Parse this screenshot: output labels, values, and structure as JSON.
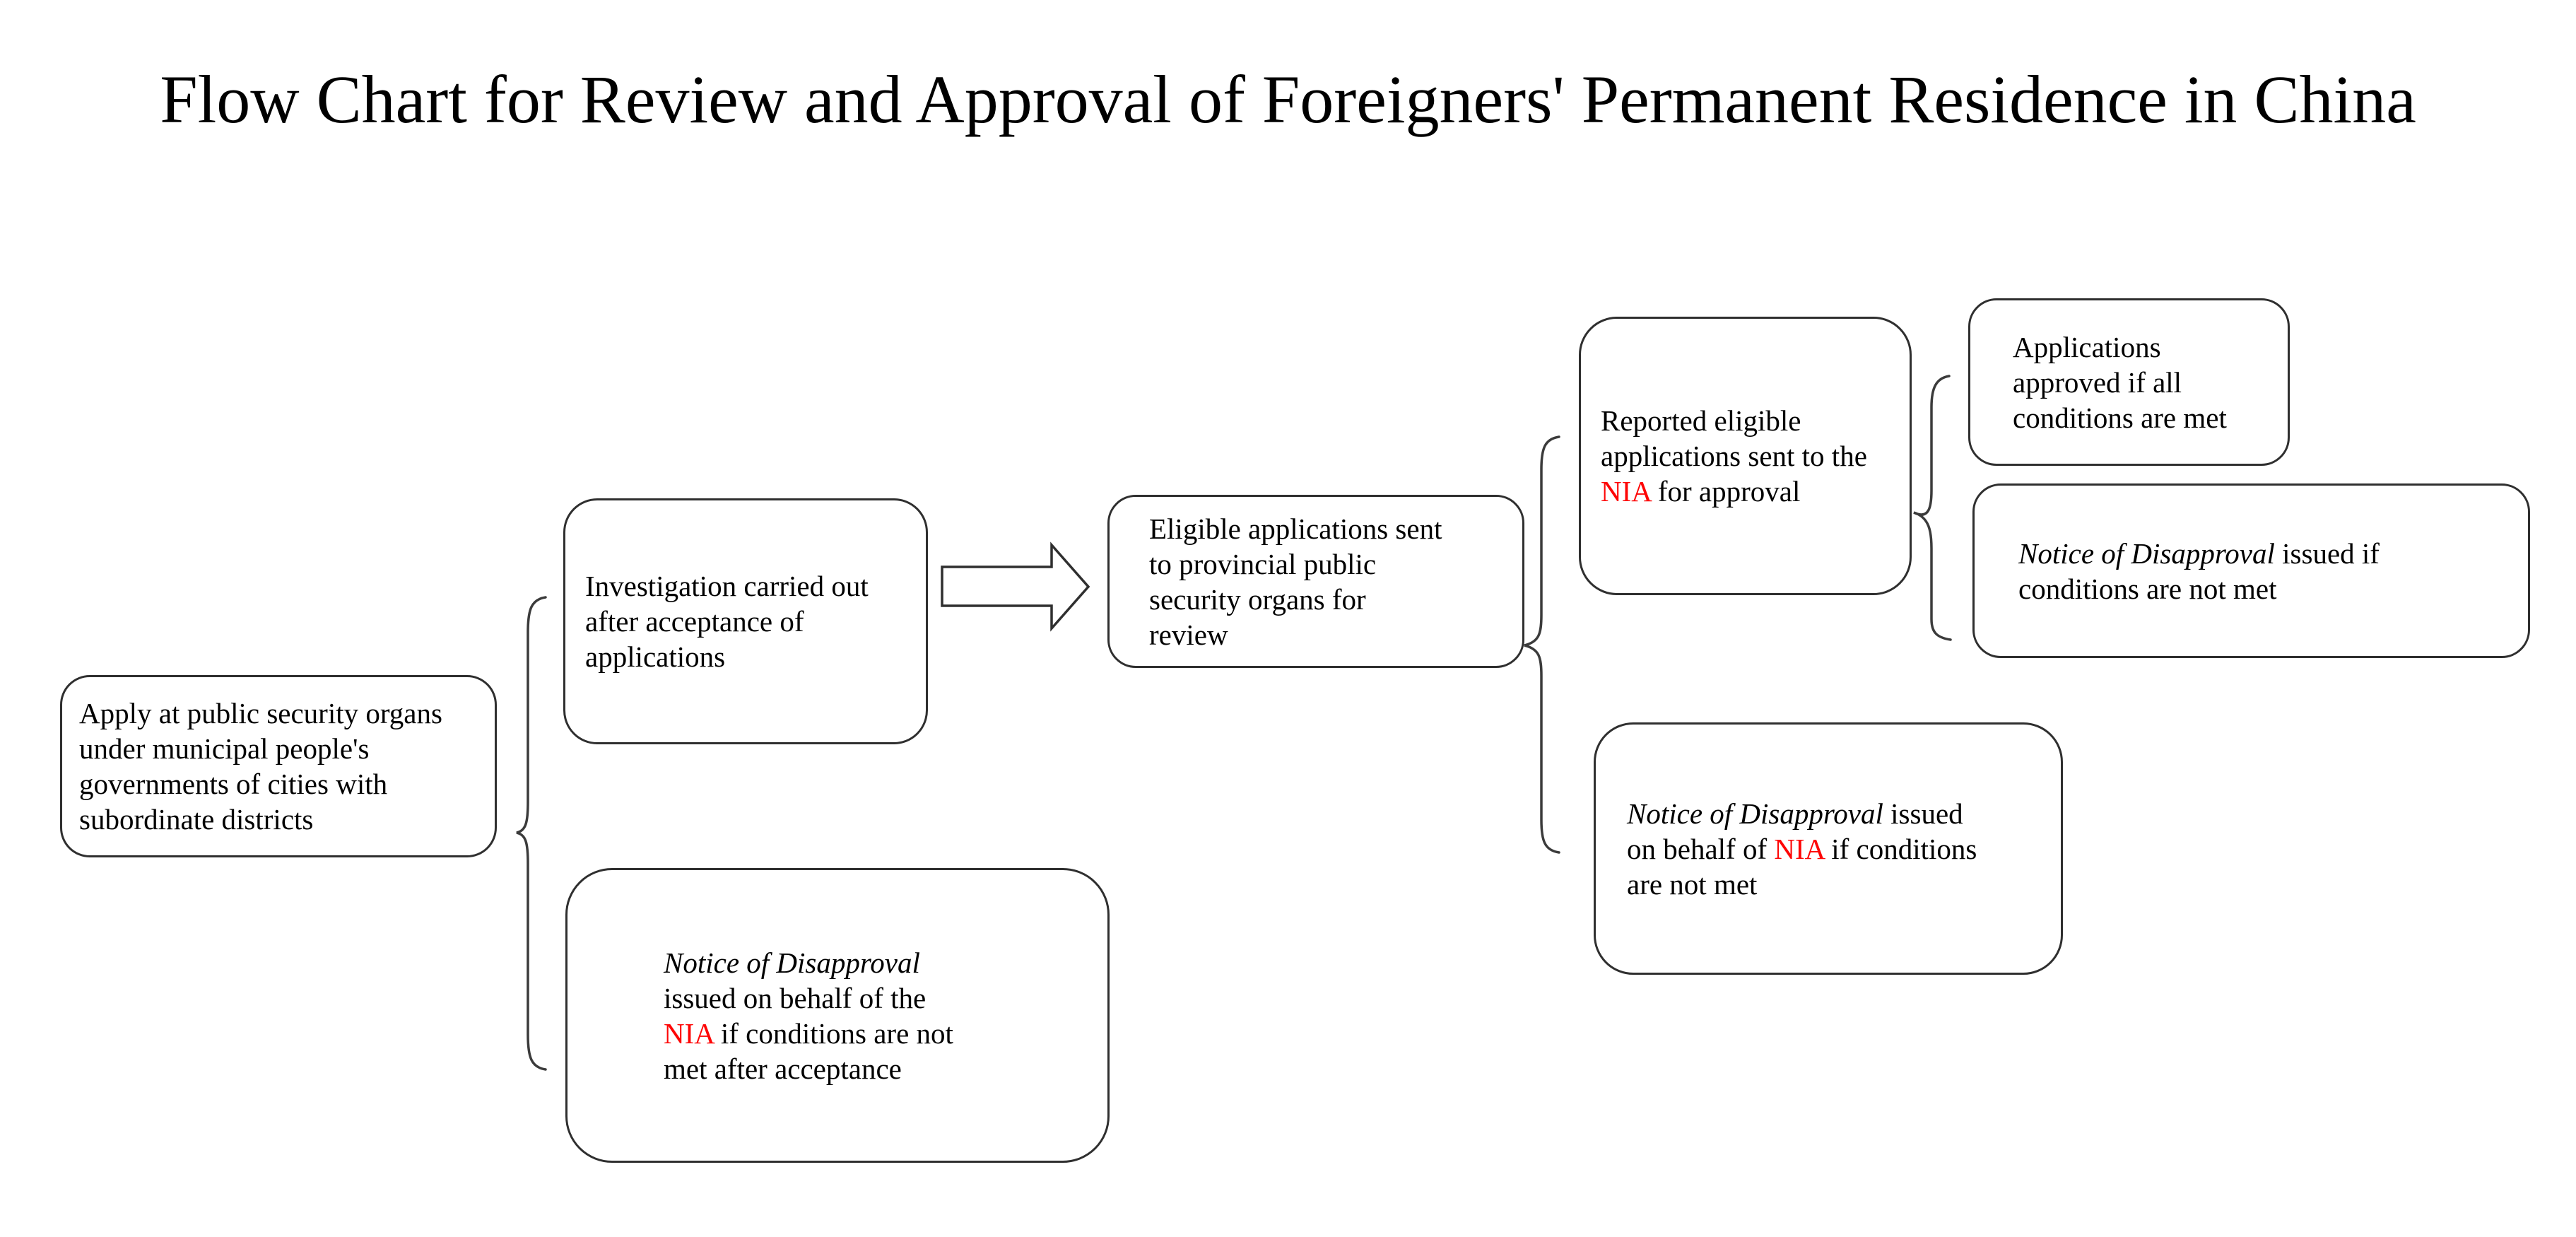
{
  "title": "Flow Chart for Review and Approval of Foreigners' Permanent Residence in China",
  "colors": {
    "background": "#ffffff",
    "text": "#000000",
    "box_border": "#2f2f2f",
    "connector": "#3b3b3b",
    "accent_red": "#fe0505"
  },
  "boxes": {
    "apply": {
      "lines": [
        "Apply at public security organs",
        "under municipal people's",
        "governments of cities with",
        "subordinate districts"
      ]
    },
    "investigation": {
      "lines": [
        "Investigation carried out",
        "after acceptance of",
        "applications"
      ]
    },
    "eligible": {
      "lines": [
        "Eligible applications sent",
        "to provincial public",
        "security organs for",
        "review"
      ]
    },
    "reported": {
      "line1": "Reported eligible",
      "line2": "applications sent to the",
      "line3_nia": "NIA",
      "line3_rest": " for approval"
    },
    "approved": {
      "lines": [
        "Applications",
        "approved if all",
        "conditions are met"
      ]
    },
    "notice_review": {
      "line1_italic": "Notice of Disapproval",
      "line1_rest": " issued if",
      "line2": "conditions are not met"
    },
    "notice_approval": {
      "line1_italic": "Notice of Disapproval",
      "line1_rest": " issued",
      "line2_pre": "on behalf of ",
      "line2_nia": "NIA",
      "line2_rest": " if conditions",
      "line3": "are not met"
    },
    "notice_acceptance": {
      "line1_italic": "Notice of Disapproval",
      "line2": "issued on behalf of the",
      "line3_nia": "NIA",
      "line3_rest": " if conditions are not",
      "line4": "met after acceptance"
    }
  },
  "connectors": {
    "arrow": "right-block-arrow",
    "brace_left": "curly-brace-after-application",
    "brace_mid": "curly-brace-after-review",
    "brace_right": "curly-brace-after-approval"
  }
}
